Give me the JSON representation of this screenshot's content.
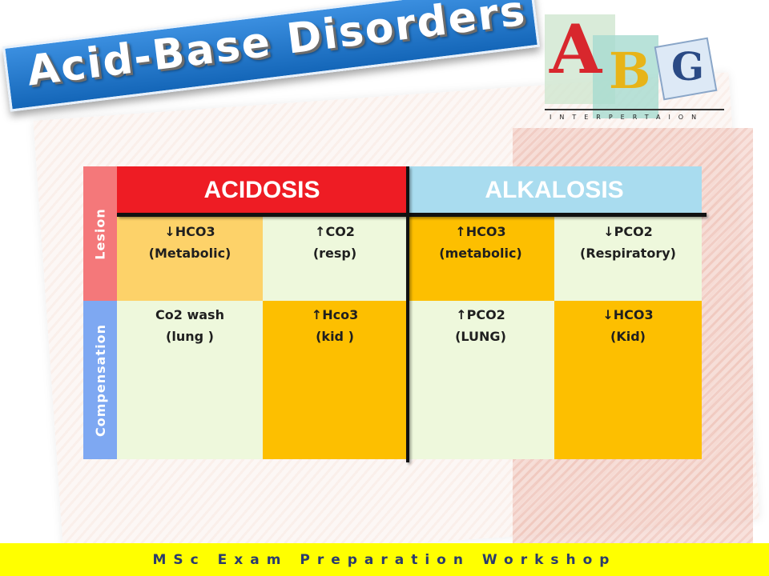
{
  "slide": {
    "title": "Acid-Base Disorders",
    "footer": "MSc Exam Preparation Workshop"
  },
  "logo": {
    "letters": [
      "A",
      "B",
      "G"
    ],
    "subtitle": "INTERPERTAION"
  },
  "table": {
    "row_labels": {
      "lesion": "Lesion",
      "compensation": "Compensation"
    },
    "headers": {
      "acidosis": "ACIDOSIS",
      "alkalosis": "ALKALOSIS"
    },
    "lesion": [
      {
        "line1": "↓HCO3",
        "line2": "(Metabolic)"
      },
      {
        "line1": "↑CO2",
        "line2": "(resp)"
      },
      {
        "line1": "↑HCO3",
        "line2": "(metabolic)"
      },
      {
        "line1": "↓PCO2",
        "line2": "(Respiratory)"
      }
    ],
    "compensation": [
      {
        "line1": "Co2 wash",
        "line2": "(lung )"
      },
      {
        "line1": "↑Hco3",
        "line2": "(kid )"
      },
      {
        "line1": "↑PCO2",
        "line2": "(LUNG)"
      },
      {
        "line1": "↓HCO3",
        "line2": "(Kid)"
      }
    ]
  },
  "colors": {
    "banner": "#1e73c9",
    "acidosis_header": "#ee1c24",
    "alkalosis_header": "#a9dcef",
    "lesion_label": "#f4787a",
    "compensation_label": "#7ea8f2",
    "footer_bar": "#ffff00"
  }
}
